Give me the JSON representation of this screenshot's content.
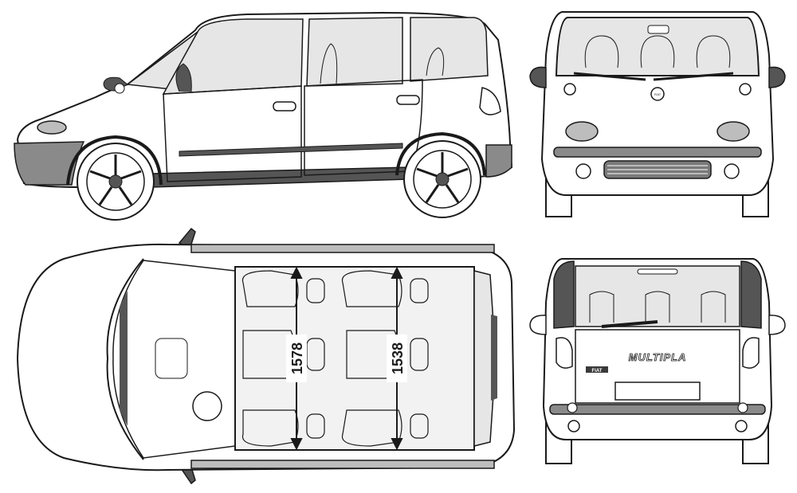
{
  "title": "",
  "dimensions": {
    "front_track": "1578",
    "rear_track": "1538"
  },
  "badges": {
    "rear_model": "MULTIPLA",
    "front_logo": "FIAT",
    "rear_logo": "FIAT"
  },
  "colors": {
    "line": "#1a1a1a",
    "body_fill": "#ffffff",
    "glass_fill": "#e6e6e6",
    "shade": "#7a7a7a",
    "dark": "#3a3a3a"
  }
}
